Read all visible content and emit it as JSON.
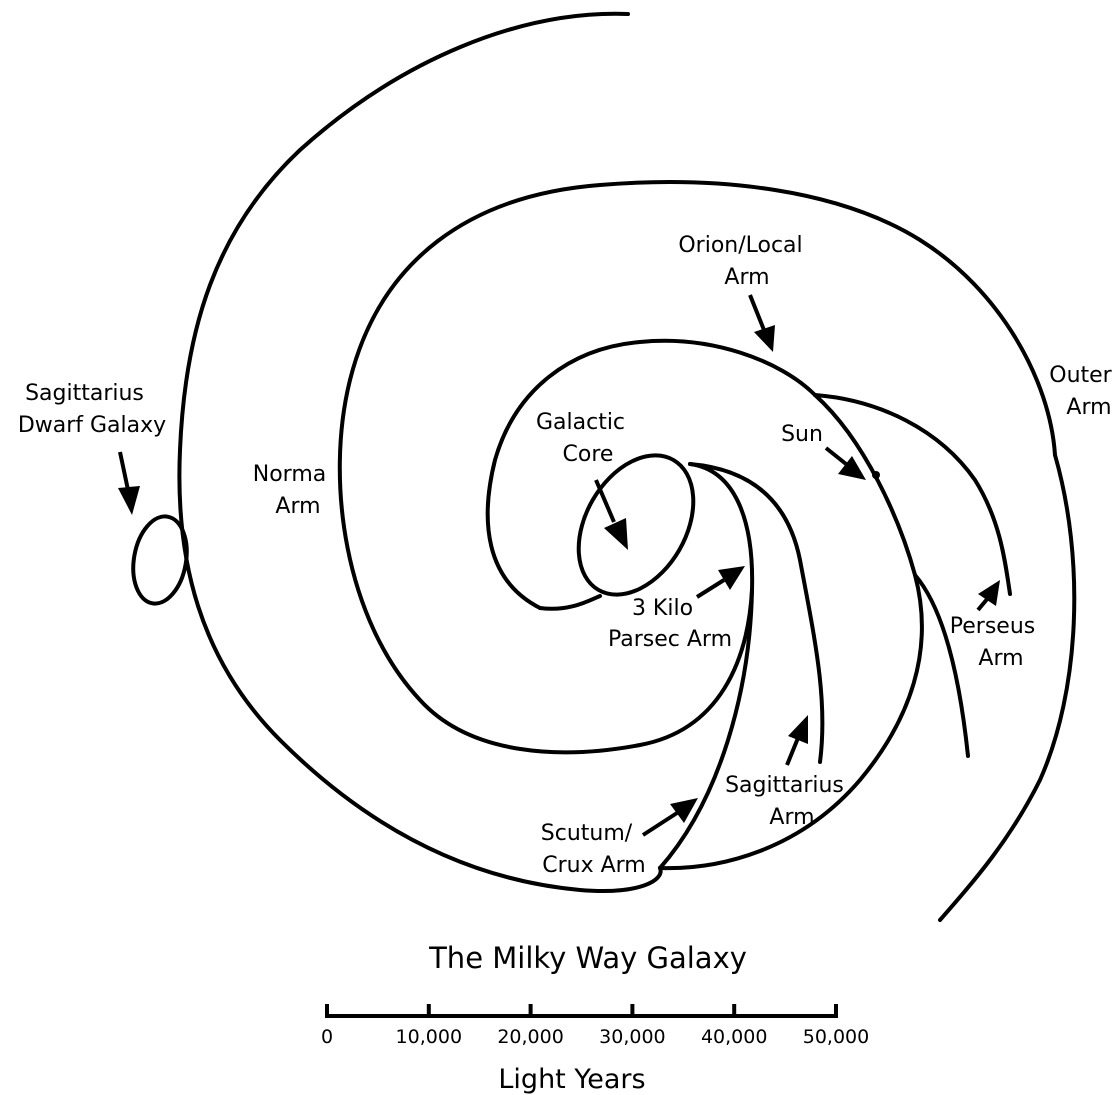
{
  "labels": {
    "sagittarius_dwarf": [
      "Sagittarius",
      "Dwarf Galaxy"
    ],
    "norma_arm": [
      "Norma",
      "Arm"
    ],
    "galactic_core": [
      "Galactic",
      "Core"
    ],
    "orion_local_arm": [
      "Orion/Local",
      "Arm"
    ],
    "outer_arm": [
      "Outer",
      "Arm"
    ],
    "sun": "Sun",
    "three_kilo_parsec_arm": [
      "3 Kilo",
      "Parsec Arm"
    ],
    "perseus_arm": [
      "Perseus",
      "Arm"
    ],
    "sagittarius_arm": [
      "Sagittarius",
      "Arm"
    ],
    "scutum_crux_arm": [
      "Scutum/",
      "Crux Arm"
    ]
  },
  "title": "The Milky Way Galaxy",
  "scale_bar": {
    "ticks": [
      "0",
      "10,000",
      "20,000",
      "30,000",
      "40,000",
      "50,000"
    ],
    "unit_label": "Light Years"
  },
  "colors": {
    "stroke": "#000000",
    "background": "#ffffff"
  }
}
